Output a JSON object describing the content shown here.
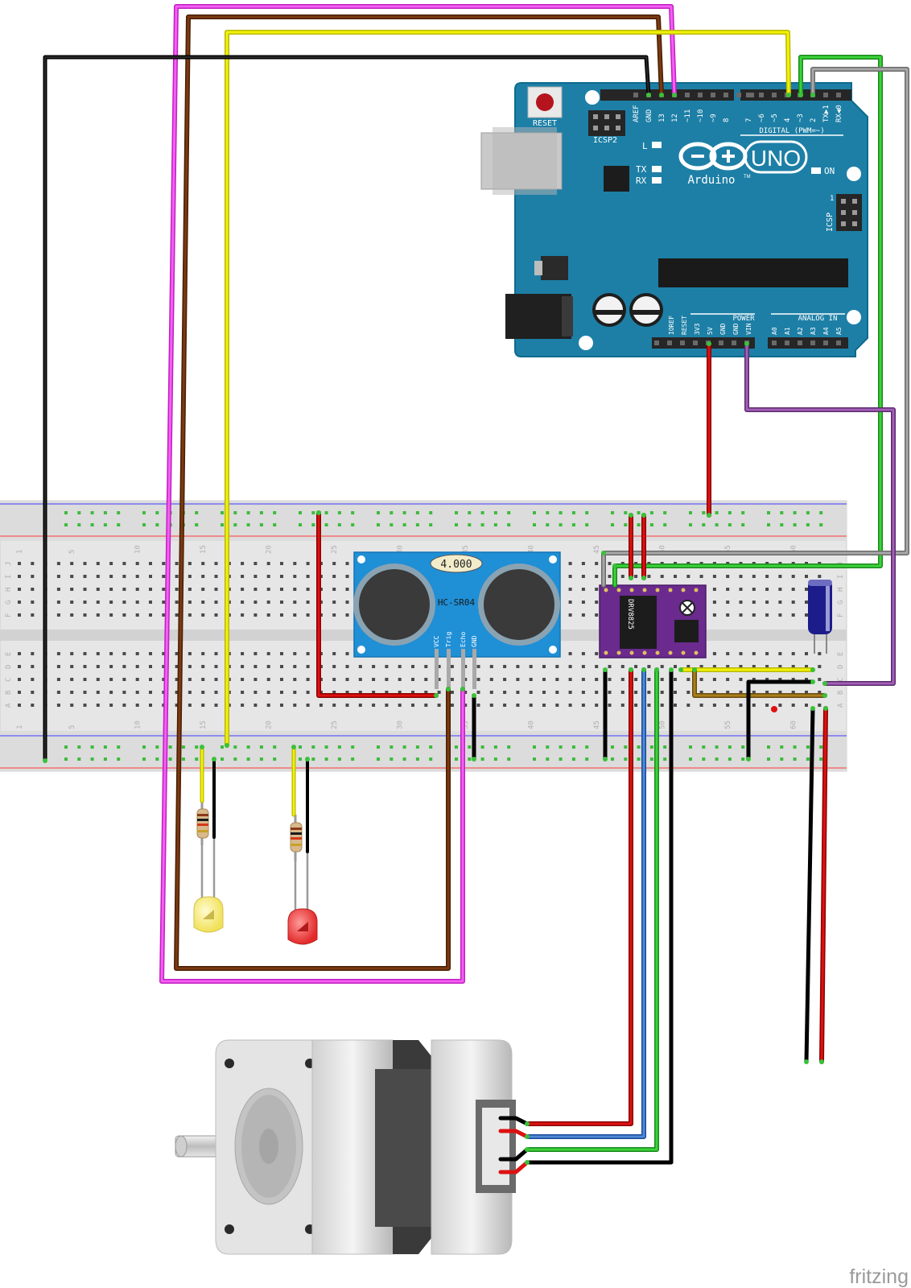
{
  "arduino": {
    "reset_label": "RESET",
    "icsp2_label": "ICSP2",
    "icsp_label": "ICSP",
    "icsp_pin1": "1",
    "brand": "Arduino",
    "tm": "TM",
    "uno_label": "UNO",
    "on_label": "ON",
    "l_label": "L",
    "tx_label": "TX",
    "rx_label": "RX",
    "digital_label": "DIGITAL (PWM=~)",
    "power_label": "POWER",
    "analog_label": "ANALOG IN",
    "digital_pins": [
      "AREF",
      "GND",
      "13",
      "12",
      "~11",
      "~10",
      "~9",
      "8",
      "7",
      "~6",
      "~5",
      "4",
      "~3",
      "2",
      "TX▶1",
      "RX◀0"
    ],
    "power_pins": [
      "IOREF",
      "RESET",
      "3V3",
      "5V",
      "GND",
      "GND",
      "VIN"
    ],
    "analog_pins": [
      "A0",
      "A1",
      "A2",
      "A3",
      "A4",
      "A5"
    ]
  },
  "sensor": {
    "display": "4.000",
    "model": "HC-SR04",
    "pins": [
      "VCC",
      "Trig",
      "Echo",
      "GND"
    ]
  },
  "breadboard": {
    "top_numbers": [
      "1",
      "5",
      "10",
      "15",
      "20",
      "25",
      "30",
      "35",
      "40",
      "45",
      "50",
      "55",
      "60"
    ],
    "bottom_numbers": [
      "1",
      "5",
      "10",
      "15",
      "20",
      "25",
      "30",
      "35",
      "40",
      "45",
      "50",
      "55",
      "60"
    ],
    "row_letters_top": [
      "J",
      "I",
      "H",
      "G",
      "F"
    ],
    "row_letters_bottom": [
      "E",
      "D",
      "C",
      "B",
      "A"
    ]
  },
  "driver": {
    "chip_label": "DRV8825"
  },
  "watermark": "fritzing"
}
